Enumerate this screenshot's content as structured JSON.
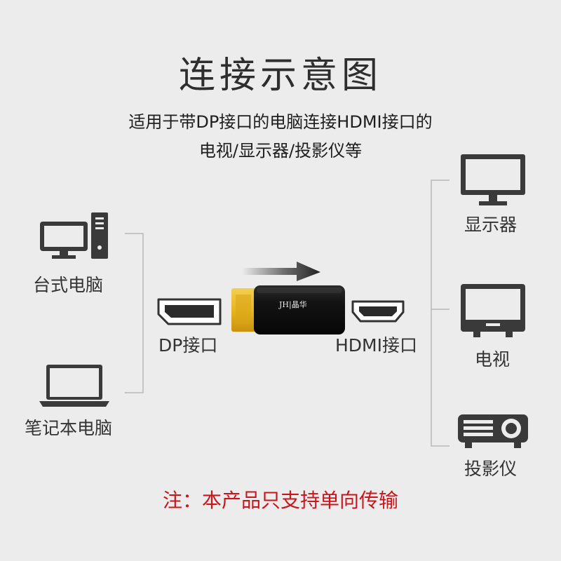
{
  "title": "连接示意图",
  "subtitle_line1": "适用于带DP接口的电脑连接HDMI接口的",
  "subtitle_line2": "电视/显示器/投影仪等",
  "sources": {
    "desktop": {
      "label": "台式电脑",
      "icon": "desktop-computer-icon"
    },
    "laptop": {
      "label": "笔记本电脑",
      "icon": "laptop-icon"
    }
  },
  "ports": {
    "dp": {
      "label": "DP接口",
      "icon": "dp-port-icon"
    },
    "hdmi": {
      "label": "HDMI接口",
      "icon": "hdmi-port-icon"
    }
  },
  "adapter": {
    "brand": "JH|晶华",
    "direction_icon": "arrow-right-icon"
  },
  "targets": {
    "monitor": {
      "label": "显示器",
      "icon": "monitor-icon"
    },
    "tv": {
      "label": "电视",
      "icon": "tv-icon"
    },
    "projector": {
      "label": "投影仪",
      "icon": "projector-icon"
    }
  },
  "note": "注：本产品只支持单向传输",
  "colors": {
    "note": "#c8161d",
    "icon": "#3a3a3a",
    "connector_gold": "#e7b521",
    "adapter_body": "#151515"
  }
}
